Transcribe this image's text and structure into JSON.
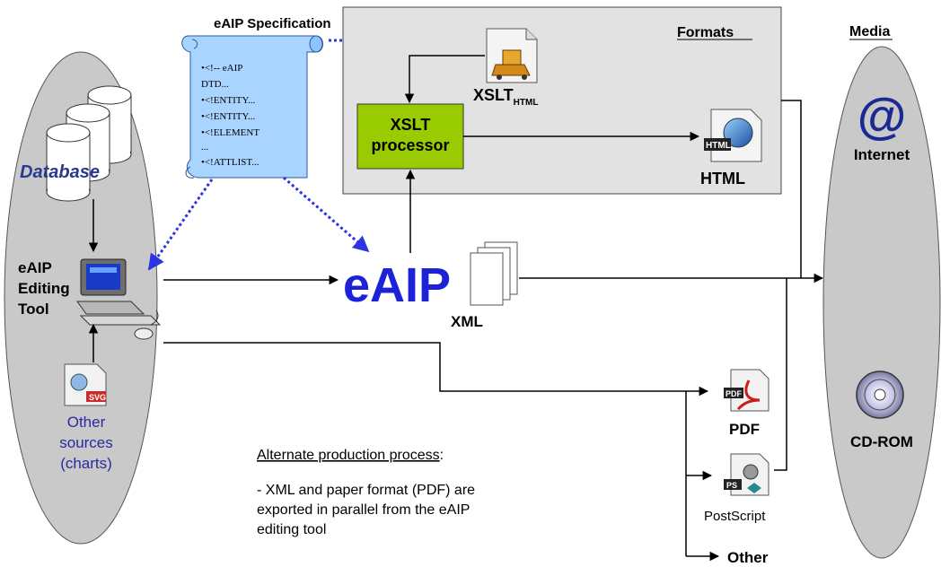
{
  "diagram": {
    "spec": {
      "title": "eAIP Specification",
      "lines": [
        "•<!-- eAIP",
        "DTD...",
        "•<!ENTITY...",
        "•<!ENTITY...",
        "•<!ELEMENT",
        "...",
        "•<!ATTLIST..."
      ]
    },
    "formats": {
      "title": "Formats",
      "xslt_main": "XSLT",
      "xslt_sub": "HTML",
      "processor_line1": "XSLT",
      "processor_line2": "processor",
      "html_label": "HTML",
      "html_badge": "HTML"
    },
    "source": {
      "database_label": "Database",
      "tool_line1": "eAIP",
      "tool_line2": "Editing",
      "tool_line3": "Tool",
      "other_line1": "Other",
      "other_line2": "sources",
      "other_line3": "(charts)",
      "svg_badge": "SVG"
    },
    "center": {
      "eaip_logo": "eAIP",
      "xml_label": "XML"
    },
    "outputs": {
      "pdf_label": "PDF",
      "pdf_badge": "PDF",
      "ps_label": "PostScript",
      "ps_badge": "PS",
      "other_label": "Other"
    },
    "media": {
      "title": "Media",
      "internet_label": "Internet",
      "internet_glyph": "@",
      "cdrom_label": "CD-ROM"
    },
    "note": {
      "heading": "Alternate production process",
      "heading_suffix": ":",
      "line1": "- XML and paper format (PDF) are",
      "line2": "exported in parallel from the eAIP",
      "line3": "editing tool"
    },
    "colors": {
      "ellipse_fill": "#c9c9c9",
      "formats_box_fill": "#e2e2e2",
      "processor_fill": "#99cc00",
      "spec_scroll_fill": "#a8d4ff",
      "dotted_arrow": "#2b35e0",
      "eaip_blue": "#1b22d8",
      "database_text": "#2a3a8c",
      "other_sources_text": "#2a2aa0"
    }
  }
}
